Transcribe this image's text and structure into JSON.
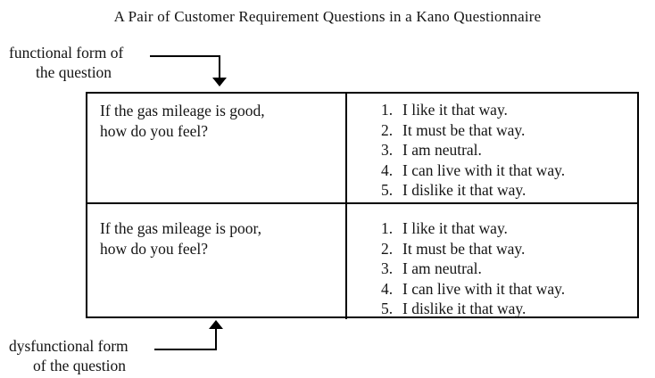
{
  "title": "A Pair of Customer Requirement Questions in a Kano Questionnaire",
  "annotations": {
    "functional": {
      "line1": "functional form of",
      "line2": "the question"
    },
    "dysfunctional": {
      "line1": "dysfunctional form",
      "line2": "of the question"
    }
  },
  "table": {
    "rows": [
      {
        "question_line1": "If the gas mileage is good,",
        "question_line2": "how do you feel?",
        "options": [
          {
            "num": "1.",
            "text": "I like it that way."
          },
          {
            "num": "2.",
            "text": "It must be that way."
          },
          {
            "num": "3.",
            "text": "I am neutral."
          },
          {
            "num": "4.",
            "text": "I can live with it that way."
          },
          {
            "num": "5.",
            "text": "I dislike it that way."
          }
        ]
      },
      {
        "question_line1": "If the gas mileage is poor,",
        "question_line2": "how do you feel?",
        "options": [
          {
            "num": "1.",
            "text": "I like it that way."
          },
          {
            "num": "2.",
            "text": "It must be that way."
          },
          {
            "num": "3.",
            "text": "I am neutral."
          },
          {
            "num": "4.",
            "text": "I can live with it that way."
          },
          {
            "num": "5.",
            "text": "I dislike it that way."
          }
        ]
      }
    ]
  },
  "colors": {
    "ink": "#141414",
    "line": "#000000",
    "background": "#ffffff"
  }
}
